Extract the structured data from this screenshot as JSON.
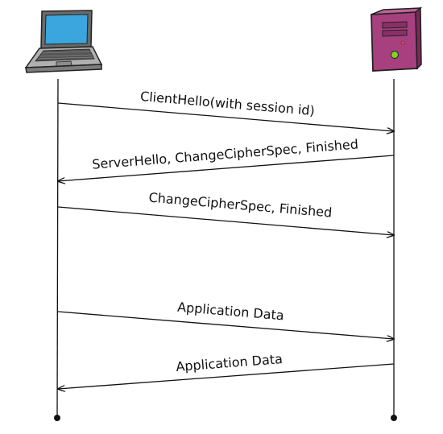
{
  "participants": {
    "client": {
      "icon": "laptop-icon"
    },
    "server": {
      "icon": "server-tower-icon"
    }
  },
  "messages": [
    {
      "label": "ClientHello(with session id)",
      "direction": "client-to-server"
    },
    {
      "label": "ServerHello, ChangeCipherSpec, Finished",
      "direction": "server-to-client"
    },
    {
      "label": "ChangeCipherSpec, Finished",
      "direction": "client-to-server"
    },
    {
      "label": "Application Data",
      "direction": "client-to-server"
    },
    {
      "label": "Application Data",
      "direction": "server-to-client"
    }
  ],
  "colors": {
    "laptop_screen": "#3aa6dd",
    "laptop_body": "#9a9a9a",
    "server_body": "#a8407f",
    "server_light": "#7ed321",
    "line": "#111111"
  }
}
